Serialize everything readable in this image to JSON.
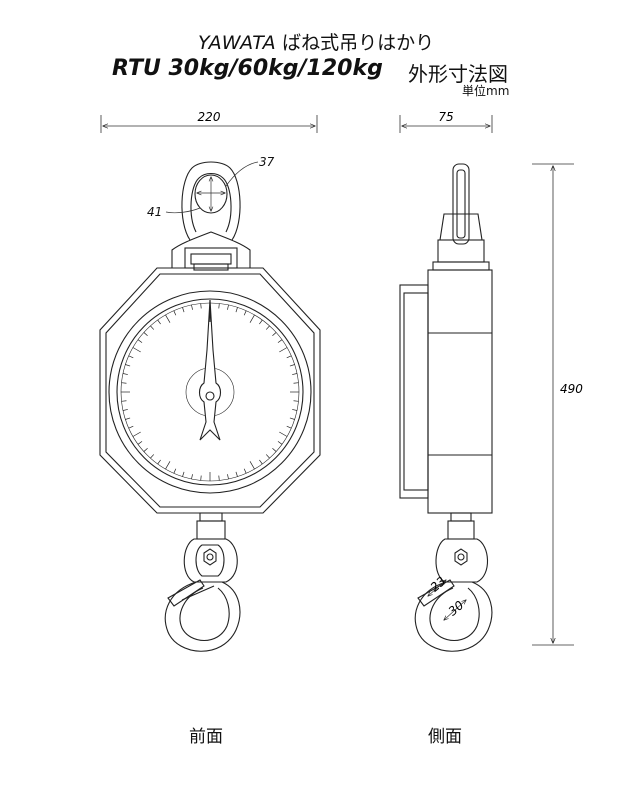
{
  "header": {
    "brand": "YAWATA",
    "product_type": "ばね式吊りはかり",
    "model": "RTU 30kg/60kg/120kg",
    "drawing_title": "外形寸法図",
    "unit": "単位mm"
  },
  "dimensions": {
    "width_front": "220",
    "depth_side": "75",
    "height_total": "490",
    "ring_width": "37",
    "ring_height": "41",
    "hook_opening": "23",
    "hook_throat": "30"
  },
  "views": {
    "front": "前面",
    "side": "側面"
  }
}
